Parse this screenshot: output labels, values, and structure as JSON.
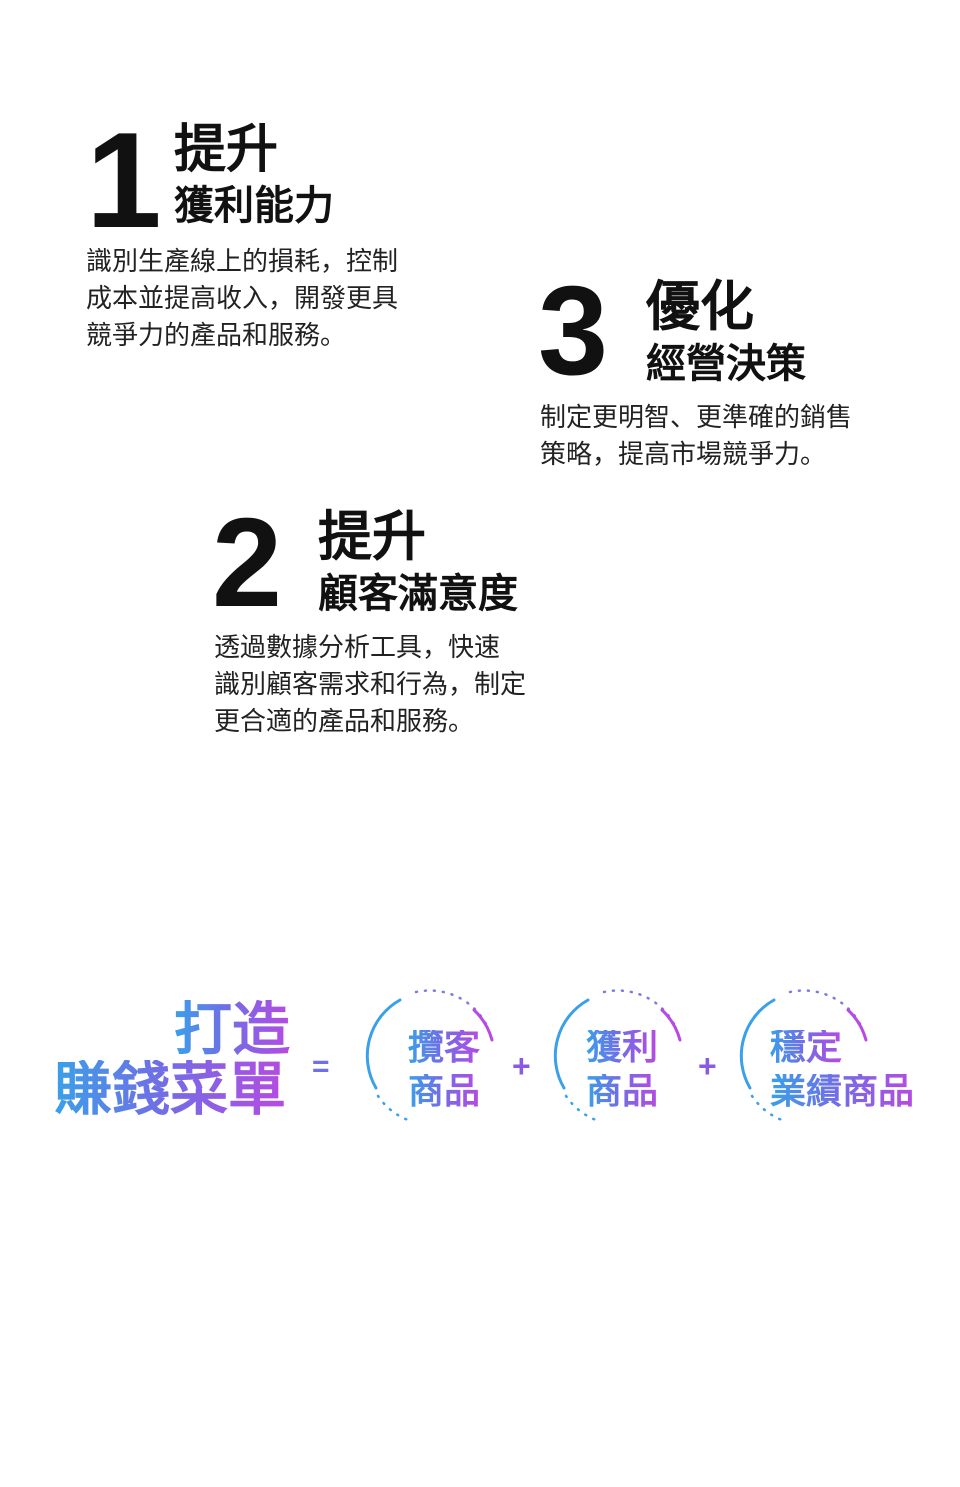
{
  "points": [
    {
      "number": "1",
      "title_line1": "提升",
      "title_line2": "獲利能力",
      "desc_lines": [
        "識別生產線上的損耗，控制",
        "成本並提高收入，開發更具",
        "競爭力的產品和服務。"
      ]
    },
    {
      "number": "3",
      "title_line1": "優化",
      "title_line2": "經營決策",
      "desc_lines": [
        "制定更明智、更準確的銷售",
        "策略，提高市場競爭力。"
      ]
    },
    {
      "number": "2",
      "title_line1": "提升",
      "title_line2": "顧客滿意度",
      "desc_lines": [
        "透過數據分析工具，快速",
        "識別顧客需求和行為，制定",
        "更合適的產品和服務。"
      ]
    }
  ],
  "formula": {
    "heading_line1": "打造",
    "heading_line2": "賺錢菜單",
    "equals": "=",
    "plus": "+",
    "items": [
      {
        "line1": "攬客",
        "line2": "商品"
      },
      {
        "line1": "獲利",
        "line2": "商品"
      },
      {
        "line1": "穩定",
        "line2": "業績商品"
      }
    ]
  },
  "colors": {
    "text": "#111111",
    "gradient_start": "#3aa0e8",
    "gradient_mid": "#6f6fe6",
    "gradient_end": "#b64ae2",
    "circle_blue": "#3aa0e8",
    "circle_purple": "#b64ae2"
  }
}
